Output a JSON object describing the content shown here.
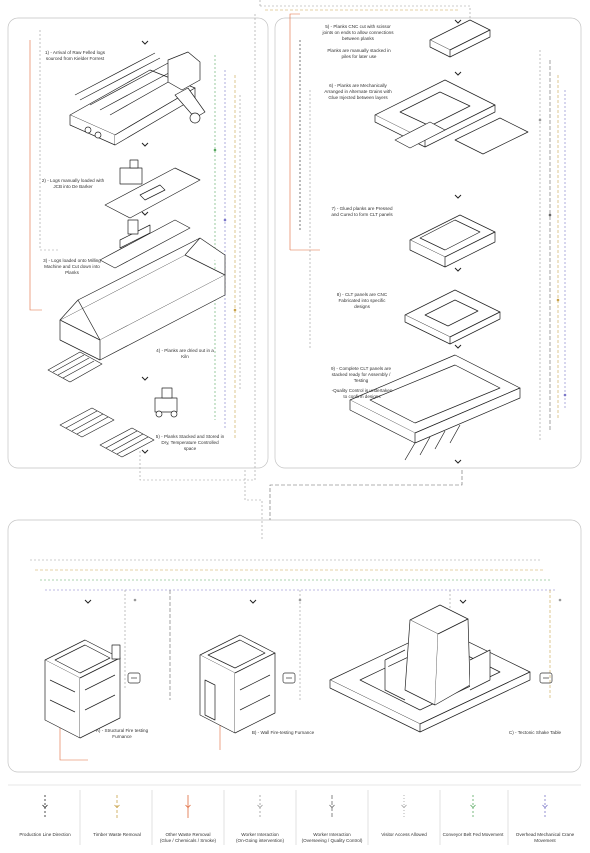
{
  "steps": {
    "s1": "1) - Arrival of Raw Felled logs sourced from Kielder Forrest",
    "s2": "2) - Logs manually loaded with JCB into De Barker",
    "s3": "3) - Logs loaded onto Milling Machine and Cut down into Planks",
    "s4": "4) - Planks are dried out in a Kiln",
    "s5": "5) - Planks Stacked and Stored in Dry, Temperature Controlled space",
    "s6a": "5) - Planks CNC cut with scissor joints on ends to allow connections between planks",
    "s6b": "Planks are manually stacked in piles for later use",
    "s7": "6) - Planks are Mechanically Arranged in Alternate Grains with Glue Injected between layers",
    "s8": "7) - Glued planks are Pressed and Cured to form CLT panels",
    "s9": "8) - CLT panels are CNC Fabricated into specific designs",
    "s10a": "9) - Complete CLT panels are stacked ready for Assembly / Testing",
    "s10b": "-Quality Control is undertaken to confirm designs",
    "tA": "A) - Structural Fire testing Furnance",
    "tB": "B) - Wall Fire-testing Furnance",
    "tC": "C) - Tectonic Shake Table"
  },
  "legend": [
    {
      "label": "Production Line Direction",
      "sub": "",
      "color": "#222222",
      "dash": "2 2"
    },
    {
      "label": "Timber Waste Removal",
      "sub": "",
      "color": "#c9a24a",
      "dash": "3 2"
    },
    {
      "label": "Other Waste Removal",
      "sub": "(Glue / Chemicals / Smoke)",
      "color": "#e06a3c",
      "dash": ""
    },
    {
      "label": "Worker Interaction",
      "sub": "(On-Going intervention)",
      "color": "#999999",
      "dash": "2 2"
    },
    {
      "label": "Worker Interaction",
      "sub": "(Overseeing / Quality Control)",
      "color": "#666666",
      "dash": "4 2"
    },
    {
      "label": "Visitor Access Allowed",
      "sub": "",
      "color": "#a0a0a0",
      "dash": "1 2"
    },
    {
      "label": "Conveyor Belt Fed Movement",
      "sub": "",
      "color": "#58a860",
      "dash": "2 2"
    },
    {
      "label": "Overhead Mechanical Crane Movement",
      "sub": "",
      "color": "#7a76c8",
      "dash": "2 2"
    }
  ],
  "colors": {
    "production": "#222222",
    "timber": "#c9a24a",
    "waste": "#e06a3c",
    "worker": "#999999",
    "conveyor": "#58a860",
    "crane": "#7a76c8",
    "panel_border": "#bfbfbf"
  }
}
